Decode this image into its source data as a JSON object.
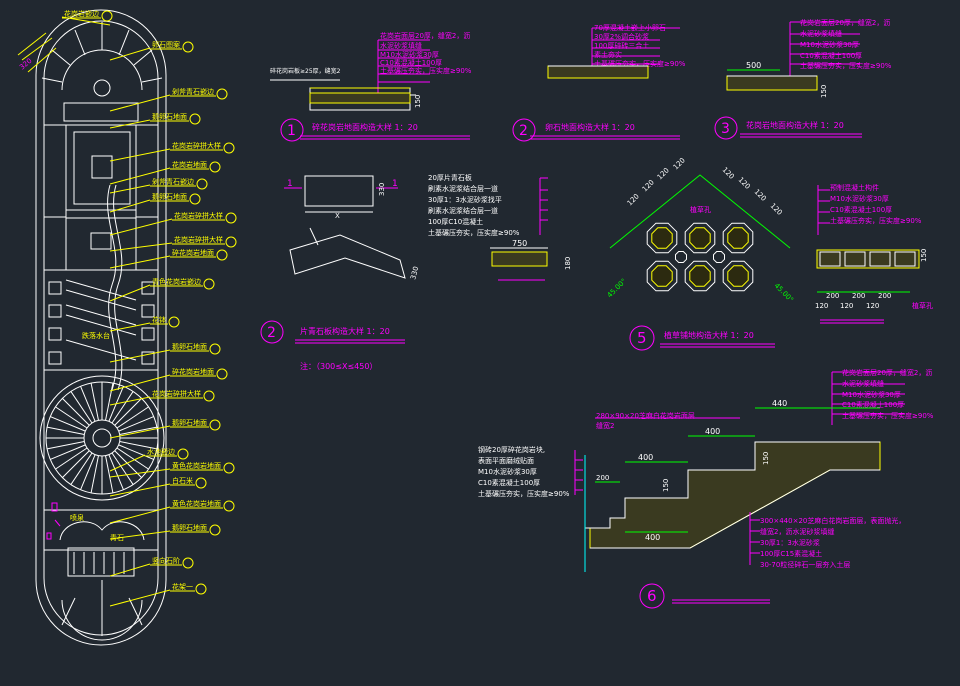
{
  "plan": {
    "labels": [
      "花岗岩嵌边",
      "卵石图案",
      "剁斧青石嵌边",
      "鹅卵石地面",
      "花岗岩碎拼大样",
      "花岗岩地面",
      "剁斧青石嵌边",
      "鹅卵石地面",
      "花岗岩碎拼大样",
      "花岗岩碎拼大样",
      "碎花岗岩地面",
      "青色花岗岩嵌边",
      "花钵",
      "鹅卵石地面",
      "碎花岗岩地面",
      "花岗岩碎拼大样",
      "鹅卵石地面",
      "水池嵌边",
      "黄色花岗岩地面",
      "白石米",
      "黄色花岗岩地面",
      "鹅卵石地面",
      "竖向石阶",
      "花架一"
    ],
    "inner_labels": [
      "跌落水台",
      "喷泉",
      "青石"
    ]
  },
  "detail1": {
    "num": "1",
    "title": "碎花岗岩地面构造大样 1：20",
    "notes": [
      "花岗岩面层20厚，缝宽2，沥",
      "水泥砂浆填缝",
      "M10水泥砂浆30厚",
      "C10素混凝土100厚",
      "土基碾压夯实，压实度≥90%"
    ],
    "left_note": "碎花岗岩板≥25厚，缝宽2",
    "dims": [
      "150"
    ]
  },
  "detail2": {
    "num": "2",
    "title": "卵石地面构造大样 1：20",
    "notes": [
      "70厚混凝土嵌上小卵石",
      "30厚2%调合砂浆",
      "100厚碎砖三合土",
      "素土夯实",
      "土基碾压夯实，压实度≥90%"
    ]
  },
  "detail3": {
    "num": "3",
    "title": "花岗岩地面构造大样 1：20",
    "notes": [
      "花岗岩面层20厚，缝宽2，沥",
      "水泥砂浆填缝",
      "M10水泥砂浆30厚",
      "C10素混凝土100厚",
      "土基碾压夯实，压实度≥90%"
    ],
    "dims": [
      "500",
      "150"
    ]
  },
  "detail4": {
    "num": "2",
    "title": "片青石板构造大样 1：20",
    "note": "注：（300≤X≤450）",
    "dims": [
      "330",
      "X",
      "330",
      "1",
      "1"
    ],
    "notes": [
      "20厚片青石板",
      "刷素水泥浆结合层一道",
      "30厚1：3水泥砂浆找平",
      "刷素水泥浆结合层一道",
      "100厚C10混凝土",
      "土基碾压夯实，压实度≥90%"
    ],
    "section_dims": [
      "750",
      "180"
    ]
  },
  "detail5": {
    "num": "5",
    "title": "植草铺地构造大样 1：20",
    "notes": [
      "预制混凝土构件",
      "M10水泥砂浆30厚",
      "C10素混凝土100厚",
      "土基碾压夯实，压实度≥90%"
    ],
    "dims": [
      "120",
      "120",
      "120",
      "120",
      "120",
      "120",
      "120",
      "120",
      "45.00°",
      "45.00°",
      "200",
      "200",
      "200",
      "120",
      "120",
      "120",
      "150"
    ],
    "tags": [
      "植草孔",
      "植草孔"
    ]
  },
  "detail6": {
    "num": "6",
    "notes_top": [
      "花岗岩面层20厚，缝宽2，沥",
      "水泥砂浆填缝",
      "M10水泥砂浆30厚",
      "C10素混凝土100厚",
      "土基碾压夯实，压实度≥90%"
    ],
    "notes_mid": [
      "280×90×20芝麻白花岗岩面层",
      "缝宽2"
    ],
    "notes_left": [
      "钢砖20厚碎花岗岩块,",
      "表面平面磨绒贴面",
      "M10水泥砂浆30厚",
      "C10素混凝土100厚",
      "土基碾压夯实，压实度≥90%"
    ],
    "notes_bottom": [
      "300×440×20芝麻白花岗岩面层，表面抛光，",
      "缝宽2，沥水泥砂浆填缝",
      "30厚1：3水泥砂浆",
      "100厚C15素混凝土",
      "30-70粒径碎石一层夯入土层"
    ],
    "dims": [
      "440",
      "400",
      "400",
      "150",
      "200",
      "400",
      "150"
    ]
  }
}
